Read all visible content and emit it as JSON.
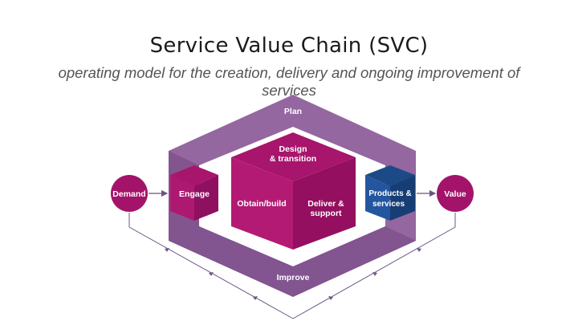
{
  "slide": {
    "title": "Service Value Chain (SVC)",
    "subtitle": "operating model for the creation, delivery and ongoing improvement of services"
  },
  "diagram": {
    "plan_label": "Plan",
    "design_label_1": "Design",
    "design_label_2": "& transition",
    "engage_label": "Engage",
    "obtain_label": "Obtain/build",
    "deliver_label_1": "Deliver &",
    "deliver_label_2": "support",
    "products_label_1": "Products &",
    "products_label_2": "services",
    "improve_label": "Improve",
    "demand_label": "Demand",
    "value_label": "Value"
  },
  "colors": {
    "frame_purple": "#8b5a98",
    "magenta": "#b0166f",
    "dark_magenta": "#9a1365",
    "blue": "#1f4e8c",
    "connector": "#6d5583"
  }
}
